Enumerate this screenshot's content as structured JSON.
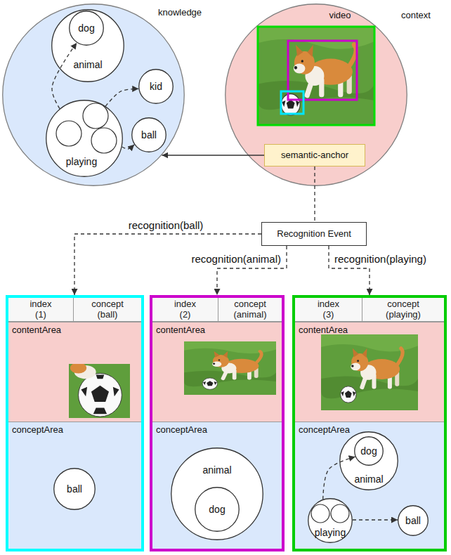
{
  "diagram": {
    "nodes": [
      {
        "text": [
          "knowledge"
        ]
      },
      {
        "text": [
          "animal"
        ],
        "in": 0
      },
      {
        "text": [
          "dog"
        ],
        "in": 1
      },
      {
        "text": [
          "kid"
        ],
        "in": 0
      },
      {
        "text": [
          "playing"
        ],
        "in": 0
      },
      {
        "text": [
          "ball"
        ],
        "in": 0
      },
      {
        "text": [
          "video",
          "context"
        ]
      },
      {
        "text": [
          "semantic-anchor"
        ],
        "in": 6
      },
      {
        "text": [
          "Recognition Event"
        ]
      },
      {
        "text": [
          "index (1)",
          "concept (ball)"
        ]
      },
      {
        "text": [
          "contentArea"
        ],
        "in": 9
      },
      {
        "text": [
          "conceptArea"
        ],
        "in": 9
      },
      {
        "text": [
          "ball"
        ],
        "in": 11
      },
      {
        "text": [
          "index (2)",
          "concept (animal)"
        ]
      },
      {
        "text": [
          "contentArea"
        ],
        "in": 13
      },
      {
        "text": [
          "conceptArea"
        ],
        "in": 13
      },
      {
        "text": [
          "animal"
        ],
        "in": 15
      },
      {
        "text": [
          "dog"
        ],
        "in": 16
      },
      {
        "text": [
          "index (3)",
          "concept (playing)"
        ]
      },
      {
        "text": [
          "contentArea"
        ],
        "in": 18
      },
      {
        "text": [
          "conceptArea"
        ],
        "in": 18
      },
      {
        "text": [
          "animal"
        ],
        "in": 20
      },
      {
        "text": [
          "dog"
        ],
        "in": 21
      },
      {
        "text": [
          "playing"
        ],
        "in": 20
      },
      {
        "text": [
          "ball"
        ],
        "in": 20
      }
    ],
    "edges": [
      {
        "from": 4,
        "to": 2,
        "arrow": "to"
      },
      {
        "from": 4,
        "to": 3,
        "arrow": "to"
      },
      {
        "from": 4,
        "to": 5,
        "arrow": "to"
      },
      {
        "from": 7,
        "to": 0,
        "arrow": "to"
      },
      {
        "from": 7,
        "to": 8,
        "arrow": "none"
      },
      {
        "from": 8,
        "to": 9,
        "label": "recognition(ball)",
        "arrow": "to"
      },
      {
        "from": 8,
        "to": 13,
        "label": "recognition(animal)",
        "arrow": "to"
      },
      {
        "from": 8,
        "to": 18,
        "label": "recognition(playing)",
        "arrow": "to"
      },
      {
        "from": 23,
        "to": 22,
        "arrow": "to"
      },
      {
        "from": 23,
        "to": 24,
        "arrow": "to"
      }
    ]
  }
}
